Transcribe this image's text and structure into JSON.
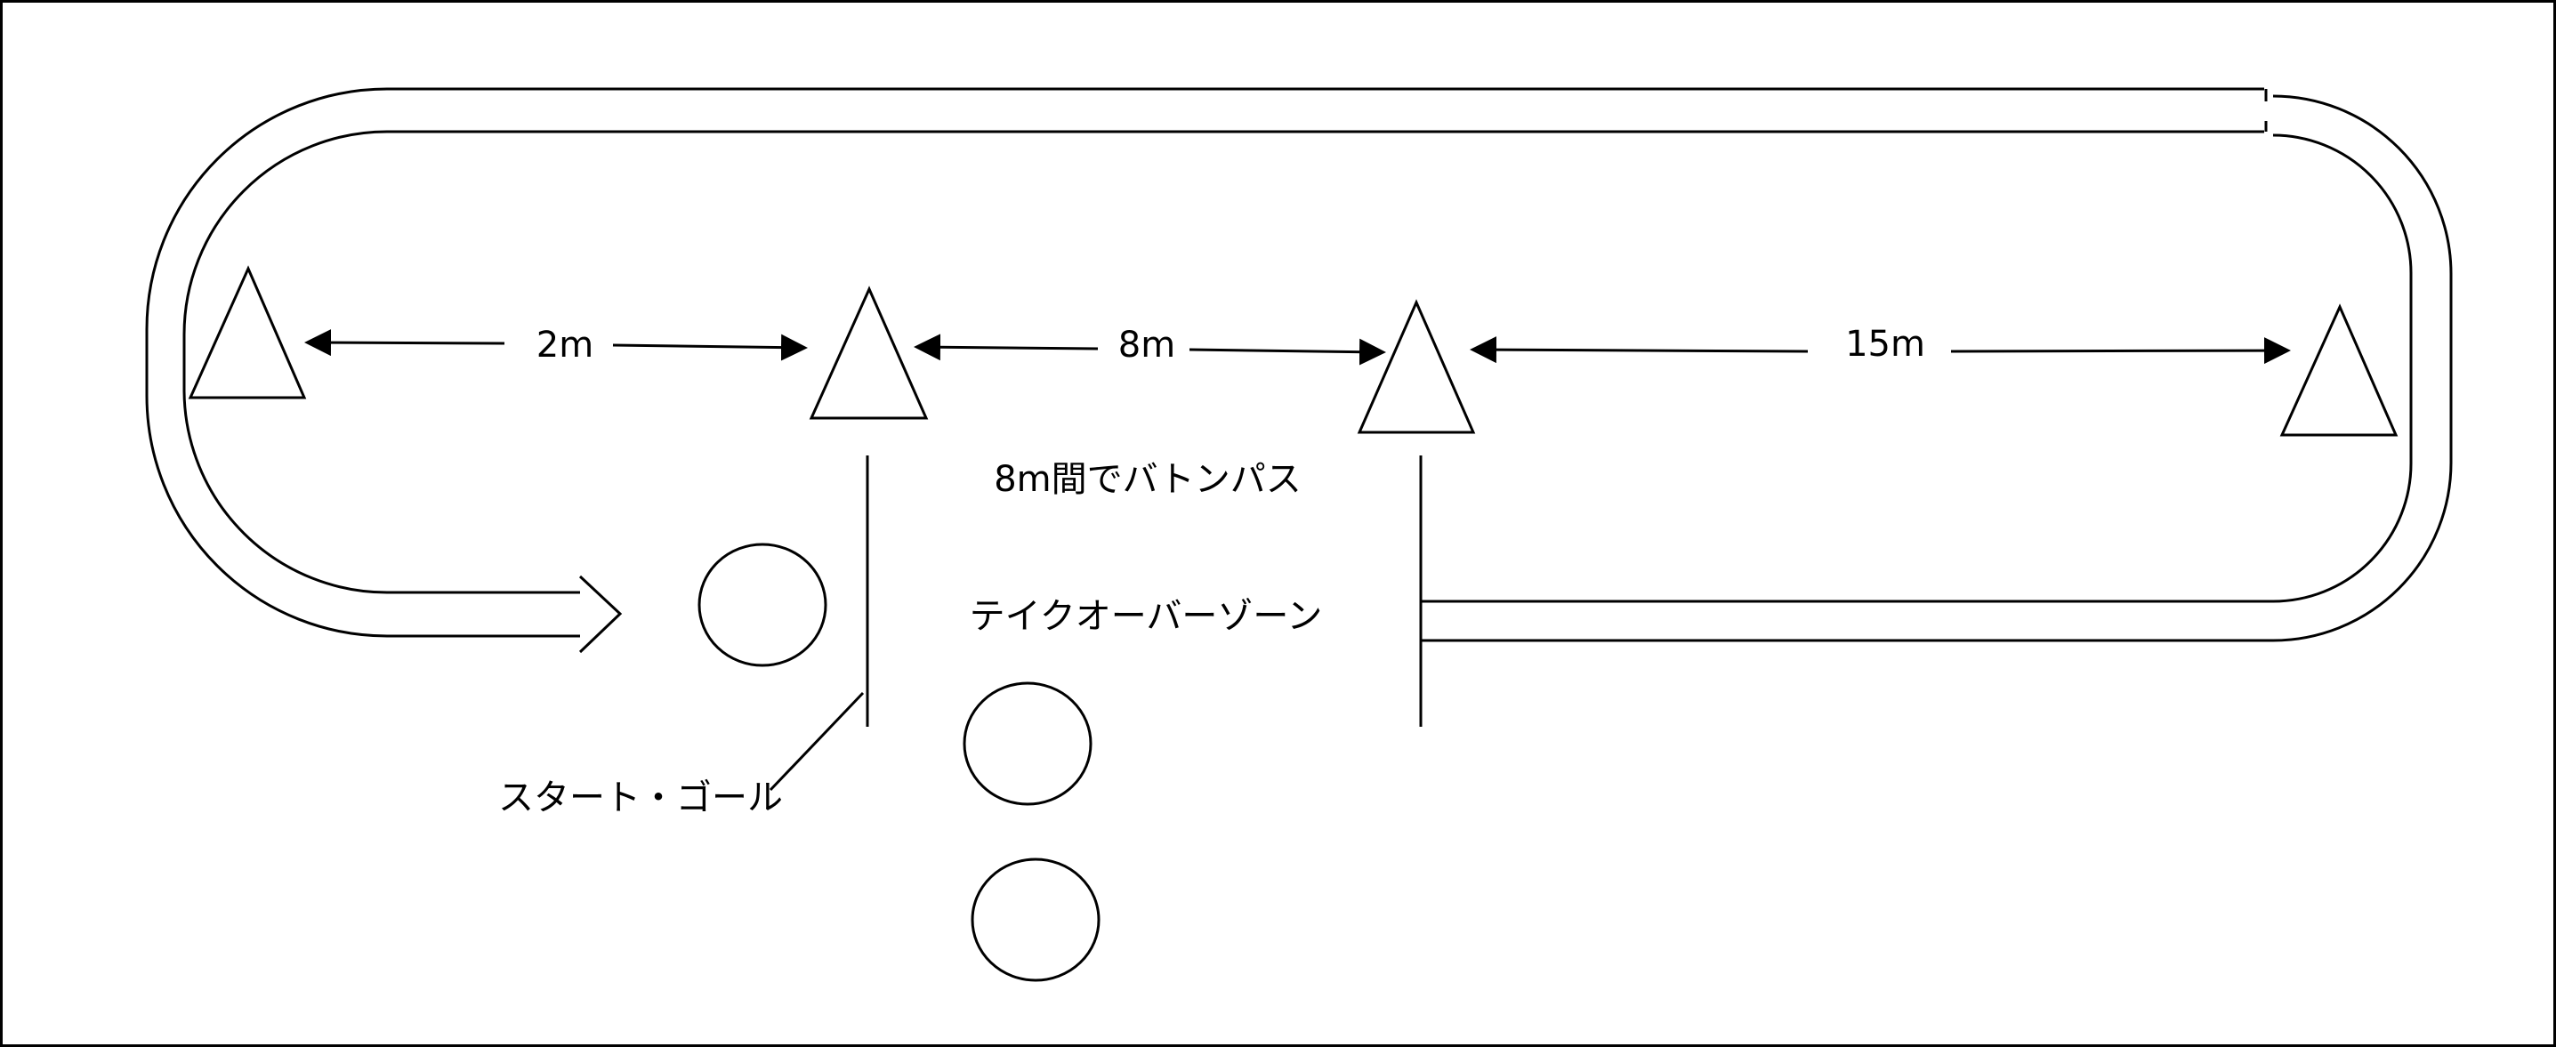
{
  "diagram": {
    "distances": {
      "d1": "2m",
      "d2": "8m",
      "d3": "15m"
    },
    "pass_label": "8m間でバトンパス",
    "zone_label": "テイクオーバーゾーン",
    "start_goal_label": "スタート・ゴール"
  }
}
